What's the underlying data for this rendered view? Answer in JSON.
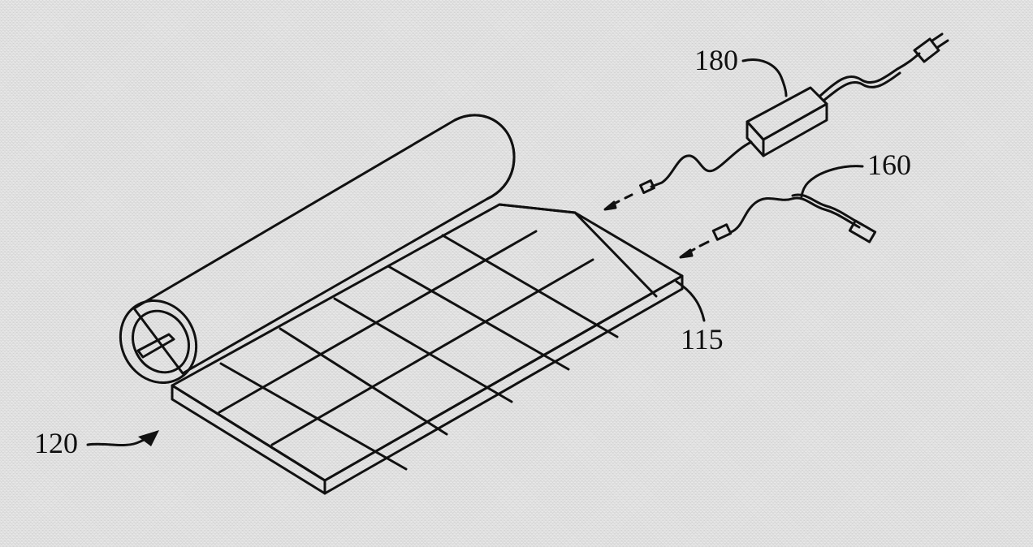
{
  "figure": {
    "labels": {
      "mat": "120",
      "edge": "115",
      "adapter": "180",
      "cable": "160"
    },
    "ink_color": "#111111",
    "background_color": "#e9e9e9"
  }
}
